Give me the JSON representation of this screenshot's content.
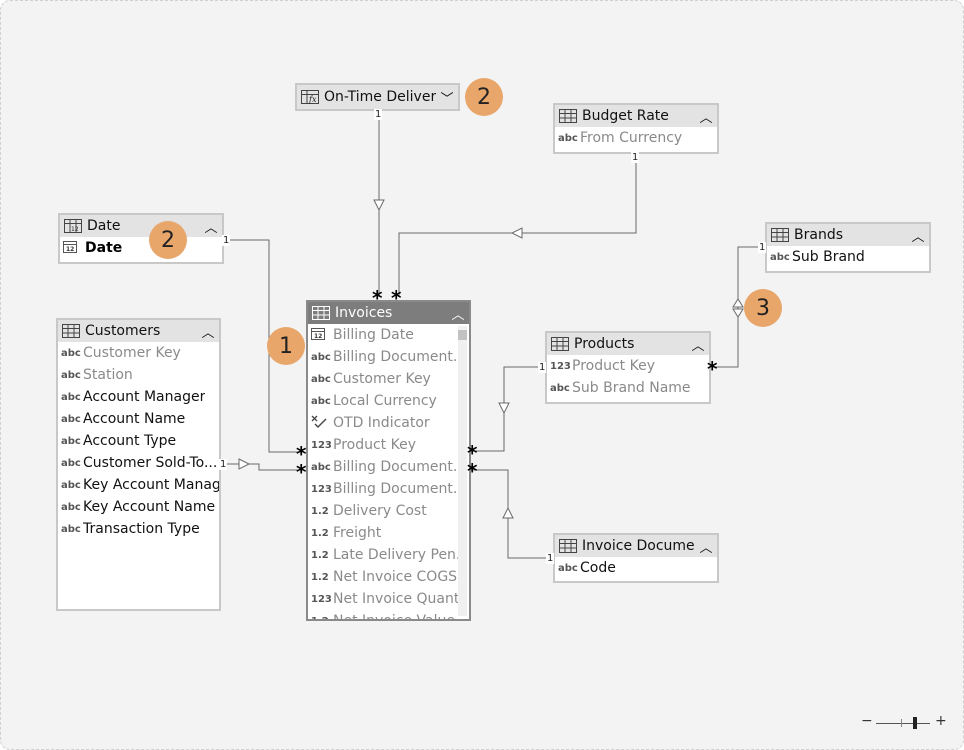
{
  "colors": {
    "callout": "#e8a66a",
    "active_header": "#7d7d7d",
    "header": "#e3e3e3",
    "canvas": "#f3f3f3"
  },
  "tables": {
    "on_time_delivery": {
      "name": "On-Time Delivery",
      "icon": "measure-table-icon",
      "caret": "chevron-down-icon"
    },
    "budget_rate": {
      "name": "Budget Rate",
      "fields": [
        {
          "type": "abc",
          "name": "From Currency"
        }
      ]
    },
    "date": {
      "name": "Date",
      "fields": [
        {
          "type": "calendar",
          "name": "Date"
        }
      ]
    },
    "brands": {
      "name": "Brands",
      "fields": [
        {
          "type": "abc",
          "name": "Sub Brand"
        }
      ]
    },
    "customers": {
      "name": "Customers",
      "fields": [
        {
          "type": "abc",
          "name": "Customer Key"
        },
        {
          "type": "abc",
          "name": "Station"
        },
        {
          "type": "abc",
          "name": "Account Manager"
        },
        {
          "type": "abc",
          "name": "Account Name"
        },
        {
          "type": "abc",
          "name": "Account Type"
        },
        {
          "type": "abc",
          "name": "Customer Sold-To..."
        },
        {
          "type": "abc",
          "name": "Key Account Manag..."
        },
        {
          "type": "abc",
          "name": "Key Account Name"
        },
        {
          "type": "abc",
          "name": "Transaction Type"
        }
      ]
    },
    "invoices": {
      "name": "Invoices",
      "fields": [
        {
          "type": "calendar",
          "name": "Billing Date"
        },
        {
          "type": "abc",
          "name": "Billing Document..."
        },
        {
          "type": "abc",
          "name": "Customer Key"
        },
        {
          "type": "abc",
          "name": "Local Currency"
        },
        {
          "type": "check",
          "name": "OTD Indicator"
        },
        {
          "type": "123",
          "name": "Product Key"
        },
        {
          "type": "abc",
          "name": "Billing Document..."
        },
        {
          "type": "123",
          "name": "Billing Document..."
        },
        {
          "type": "1.2",
          "name": "Delivery Cost"
        },
        {
          "type": "1.2",
          "name": "Freight"
        },
        {
          "type": "1.2",
          "name": "Late Delivery Pen..."
        },
        {
          "type": "1.2",
          "name": "Net Invoice COGS"
        },
        {
          "type": "123",
          "name": "Net Invoice Quant..."
        },
        {
          "type": "1.2",
          "name": "Net Invoice Value"
        }
      ]
    },
    "products": {
      "name": "Products",
      "fields": [
        {
          "type": "123",
          "name": "Product Key"
        },
        {
          "type": "abc",
          "name": "Sub Brand Name"
        }
      ]
    },
    "invoice_document": {
      "name": "Invoice Docume...",
      "fields": [
        {
          "type": "abc",
          "name": "Code"
        }
      ]
    }
  },
  "type_glyphs": {
    "abc": "abc",
    "123": "123",
    "1.2": "1.2",
    "calendar": "▦",
    "check": "✓"
  },
  "callouts": {
    "c1": "1",
    "c2a": "2",
    "c2b": "2",
    "c3": "3"
  },
  "cardinality": {
    "one": "1",
    "many": "*"
  },
  "zoom": {
    "minus": "−",
    "plus": "+",
    "level": 0.55
  }
}
